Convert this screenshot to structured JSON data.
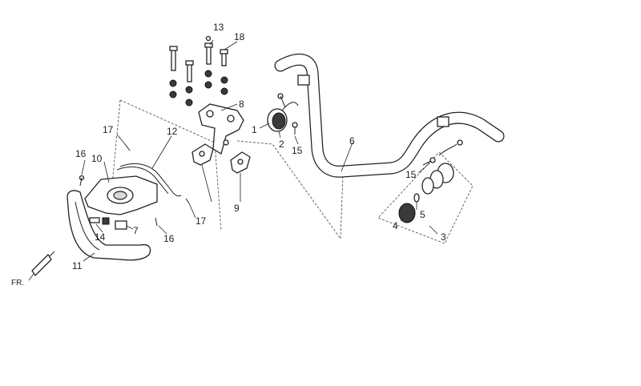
{
  "diagram": {
    "direction_label": "FR.",
    "callouts": [
      {
        "id": "c1",
        "text": "1"
      },
      {
        "id": "c2",
        "text": "2"
      },
      {
        "id": "c3",
        "text": "3"
      },
      {
        "id": "c4",
        "text": "4"
      },
      {
        "id": "c5",
        "text": "5"
      },
      {
        "id": "c6",
        "text": "6"
      },
      {
        "id": "c7",
        "text": "7"
      },
      {
        "id": "c8",
        "text": "8"
      },
      {
        "id": "c9",
        "text": "9"
      },
      {
        "id": "c10",
        "text": "10"
      },
      {
        "id": "c11",
        "text": "11"
      },
      {
        "id": "c12",
        "text": "12"
      },
      {
        "id": "c13",
        "text": "13"
      },
      {
        "id": "c14",
        "text": "14"
      },
      {
        "id": "c15a",
        "text": "15"
      },
      {
        "id": "c15b",
        "text": "15"
      },
      {
        "id": "c16a",
        "text": "16"
      },
      {
        "id": "c16b",
        "text": "16"
      },
      {
        "id": "c17a",
        "text": "17"
      },
      {
        "id": "c17b",
        "text": "17"
      },
      {
        "id": "c18",
        "text": "18"
      }
    ]
  }
}
